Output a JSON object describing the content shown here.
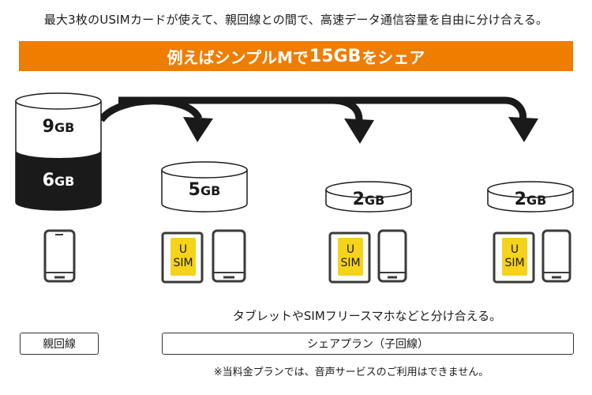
{
  "intro": "最大3枚のUSIMカードが使えて、親回線との間で、高速データ通信容量を自由に分け合える。",
  "banner": {
    "prefix": "例えばシンプルMで",
    "amount": "15GB",
    "suffix": "をシェア"
  },
  "parent": {
    "top_value": "9",
    "bottom_value": "6",
    "unit": "GB"
  },
  "children": [
    {
      "value": "5",
      "unit": "GB",
      "sim_top": "U",
      "sim_bottom": "SIM"
    },
    {
      "value": "2",
      "unit": "GB",
      "sim_top": "U",
      "sim_bottom": "SIM"
    },
    {
      "value": "2",
      "unit": "GB",
      "sim_top": "U",
      "sim_bottom": "SIM"
    }
  ],
  "share_note": "タブレットやSIMフリースマホなどと分け合える。",
  "parent_label": "親回線",
  "child_label": "シェアプラン（子回線）",
  "footnote": "※当料金プランでは、音声サービスのご利用はできません。",
  "colors": {
    "accent": "#ef7d00",
    "sim": "#f6d31b",
    "dark": "#1a1a1a"
  }
}
